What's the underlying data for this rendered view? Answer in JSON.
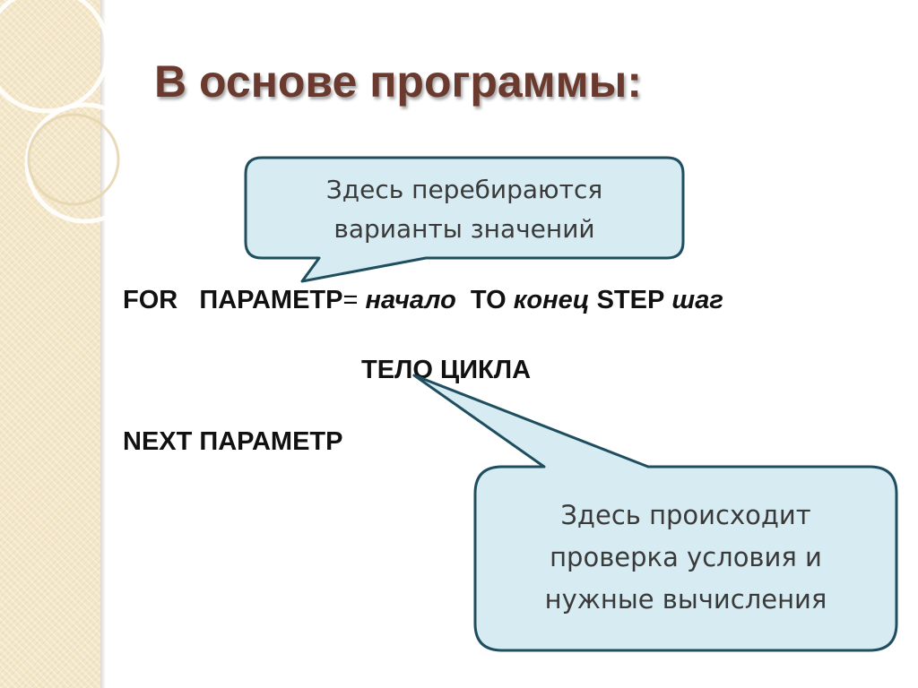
{
  "slide": {
    "title": "В основе программы:",
    "code": {
      "line1": {
        "for": "FOR",
        "param": "ПАРАМЕТР",
        "eq": "=",
        "start": "начало",
        "to": "TO",
        "end": "конец",
        "step": "STEP",
        "step_val": "шаг"
      },
      "line2": "ТЕЛО ЦИКЛА",
      "line3": "NEXT ПАРАМЕТР"
    },
    "callout_top": {
      "lines": [
        "Здесь перебираются",
        "варианты значений"
      ]
    },
    "callout_bottom": {
      "lines": [
        "Здесь происходит",
        "проверка условия и",
        "нужные вычисления"
      ]
    }
  },
  "colors": {
    "title": "#6b3a2e",
    "callout_fill": "#d6ecf2",
    "callout_border": "#1f4e5f",
    "side_strip": "#f4e7c8"
  }
}
